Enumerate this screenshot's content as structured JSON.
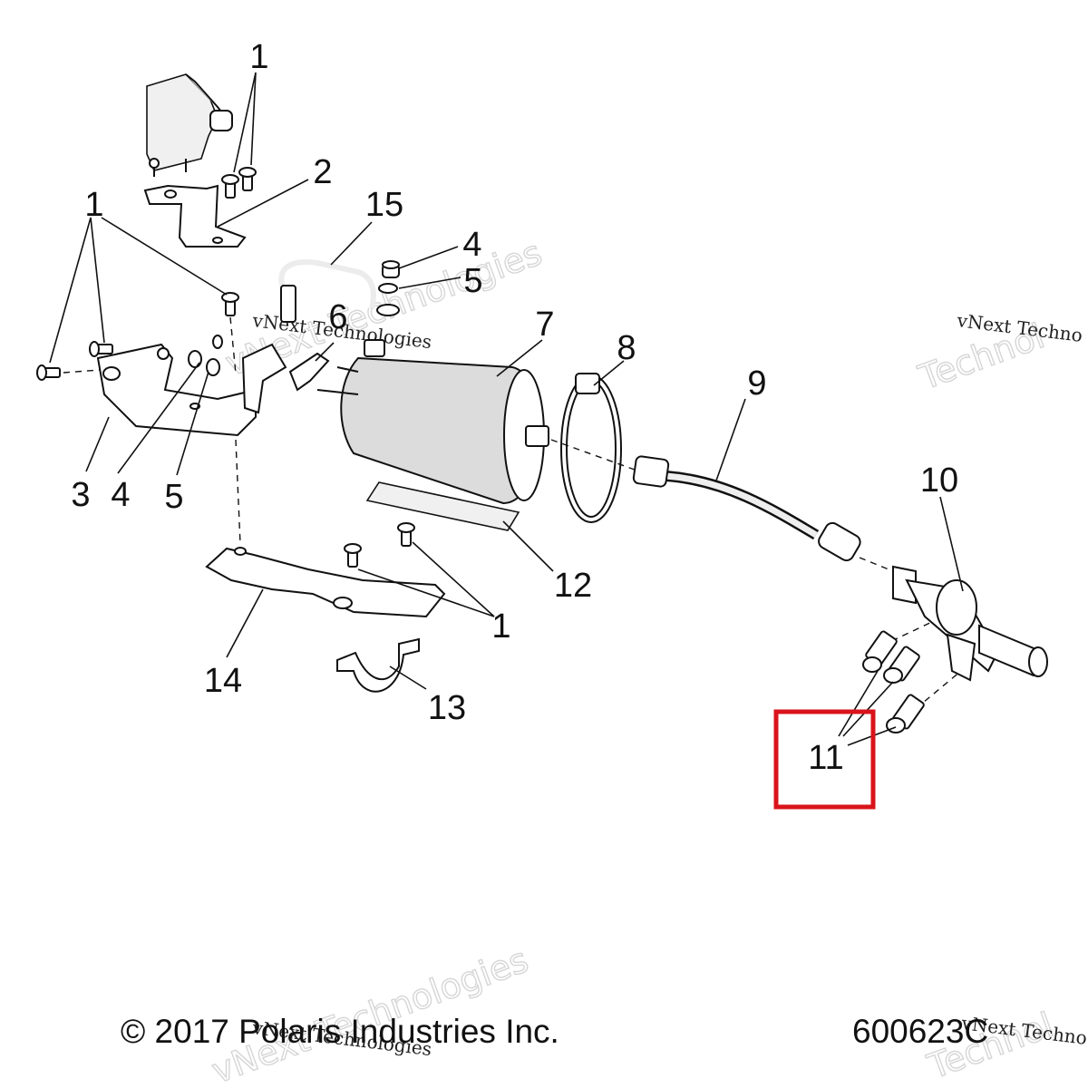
{
  "diagram": {
    "callouts": {
      "c1a": "1",
      "c2": "2",
      "c1b": "1",
      "c15": "15",
      "c4a": "4",
      "c5a": "5",
      "c6": "6",
      "c7": "7",
      "c8": "8",
      "c9": "9",
      "c10": "10",
      "c3": "3",
      "c4b": "4",
      "c5b": "5",
      "c12": "12",
      "c1c": "1",
      "c14": "14",
      "c13": "13",
      "c11": "11"
    },
    "footer": {
      "copyright": "© 2017 Polaris Industries Inc.",
      "figure_number": "600623C"
    },
    "watermark": {
      "small": "vNext Technologies",
      "big": "vNext Technologies",
      "right_small": "vNext Techno",
      "right_big": "Technol"
    },
    "highlight_color": "#d9131b"
  }
}
